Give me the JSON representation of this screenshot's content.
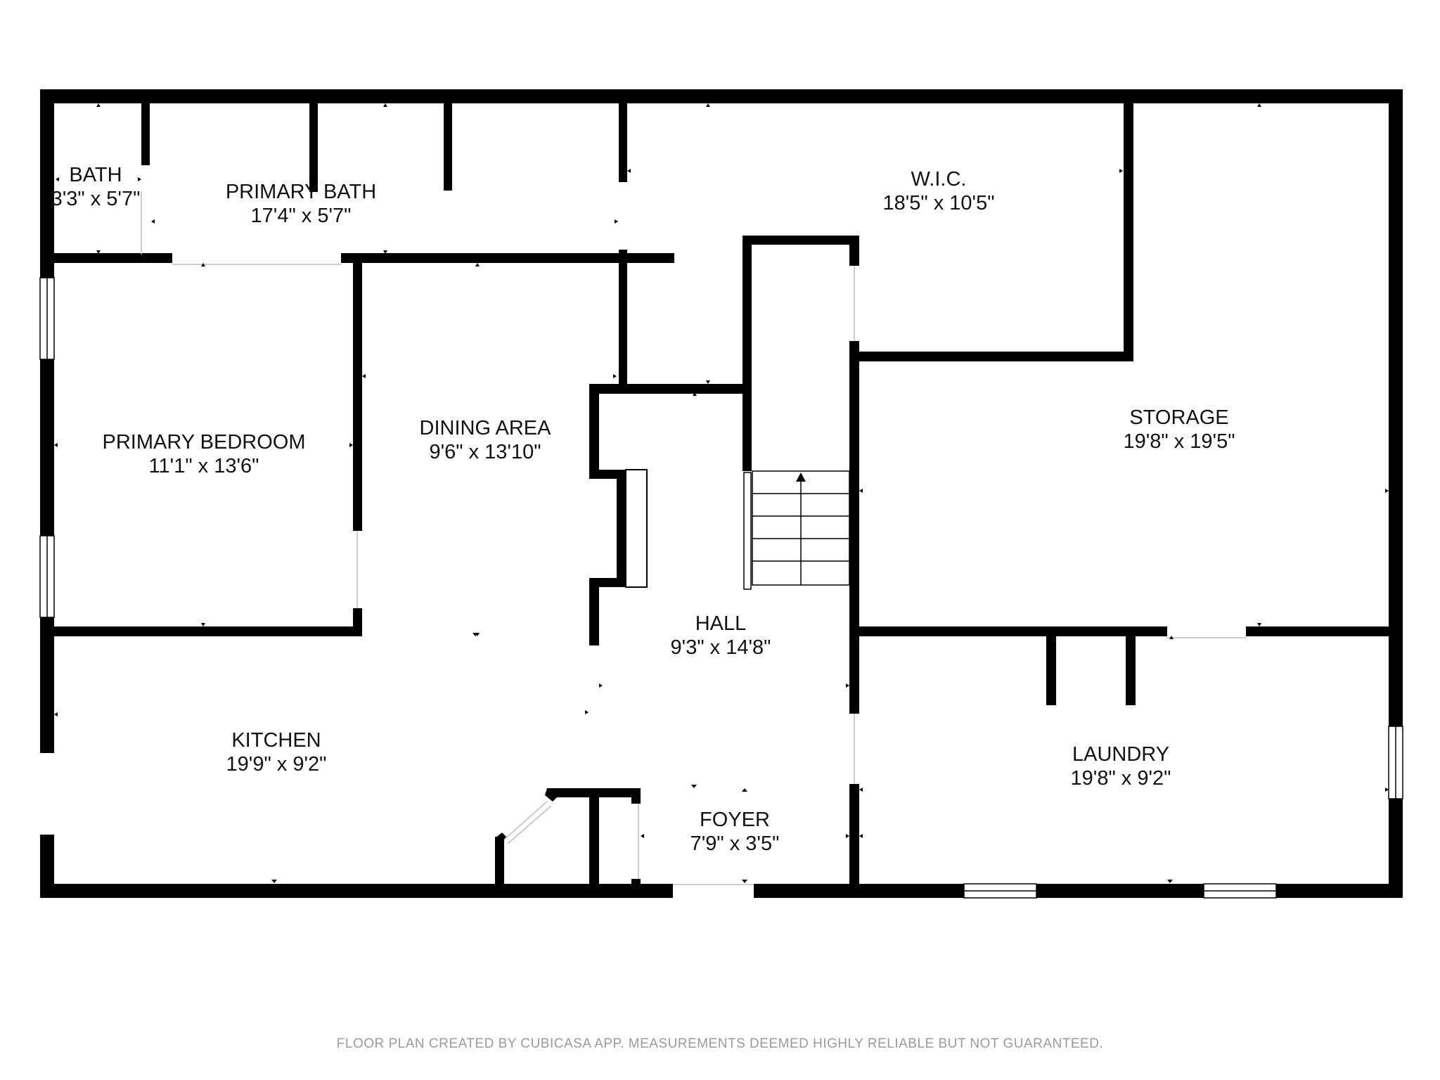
{
  "rooms": {
    "bath": {
      "name": "BATH",
      "dim": "3'3\" x 5'7\""
    },
    "primary_bath": {
      "name": "PRIMARY BATH",
      "dim": "17'4\" x 5'7\""
    },
    "wic": {
      "name": "W.I.C.",
      "dim": "18'5\" x 10'5\""
    },
    "storage": {
      "name": "STORAGE",
      "dim": "19'8\" x 19'5\""
    },
    "primary_bedroom": {
      "name": "PRIMARY BEDROOM",
      "dim": "11'1\" x 13'6\""
    },
    "dining_area": {
      "name": "DINING AREA",
      "dim": "9'6\" x 13'10\""
    },
    "hall": {
      "name": "HALL",
      "dim": "9'3\" x 14'8\""
    },
    "kitchen": {
      "name": "KITCHEN",
      "dim": "19'9\" x 9'2\""
    },
    "laundry": {
      "name": "LAUNDRY",
      "dim": "19'8\" x 9'2\""
    },
    "foyer": {
      "name": "FOYER",
      "dim": "7'9\" x 3'5\""
    }
  },
  "footer": {
    "note": "FLOOR PLAN CREATED BY CUBICASA APP. MEASUREMENTS DEEMED HIGHLY RELIABLE BUT NOT GUARANTEED."
  },
  "colors": {
    "wall": "#000000",
    "background": "#ffffff",
    "note": "#9a9a9a"
  }
}
